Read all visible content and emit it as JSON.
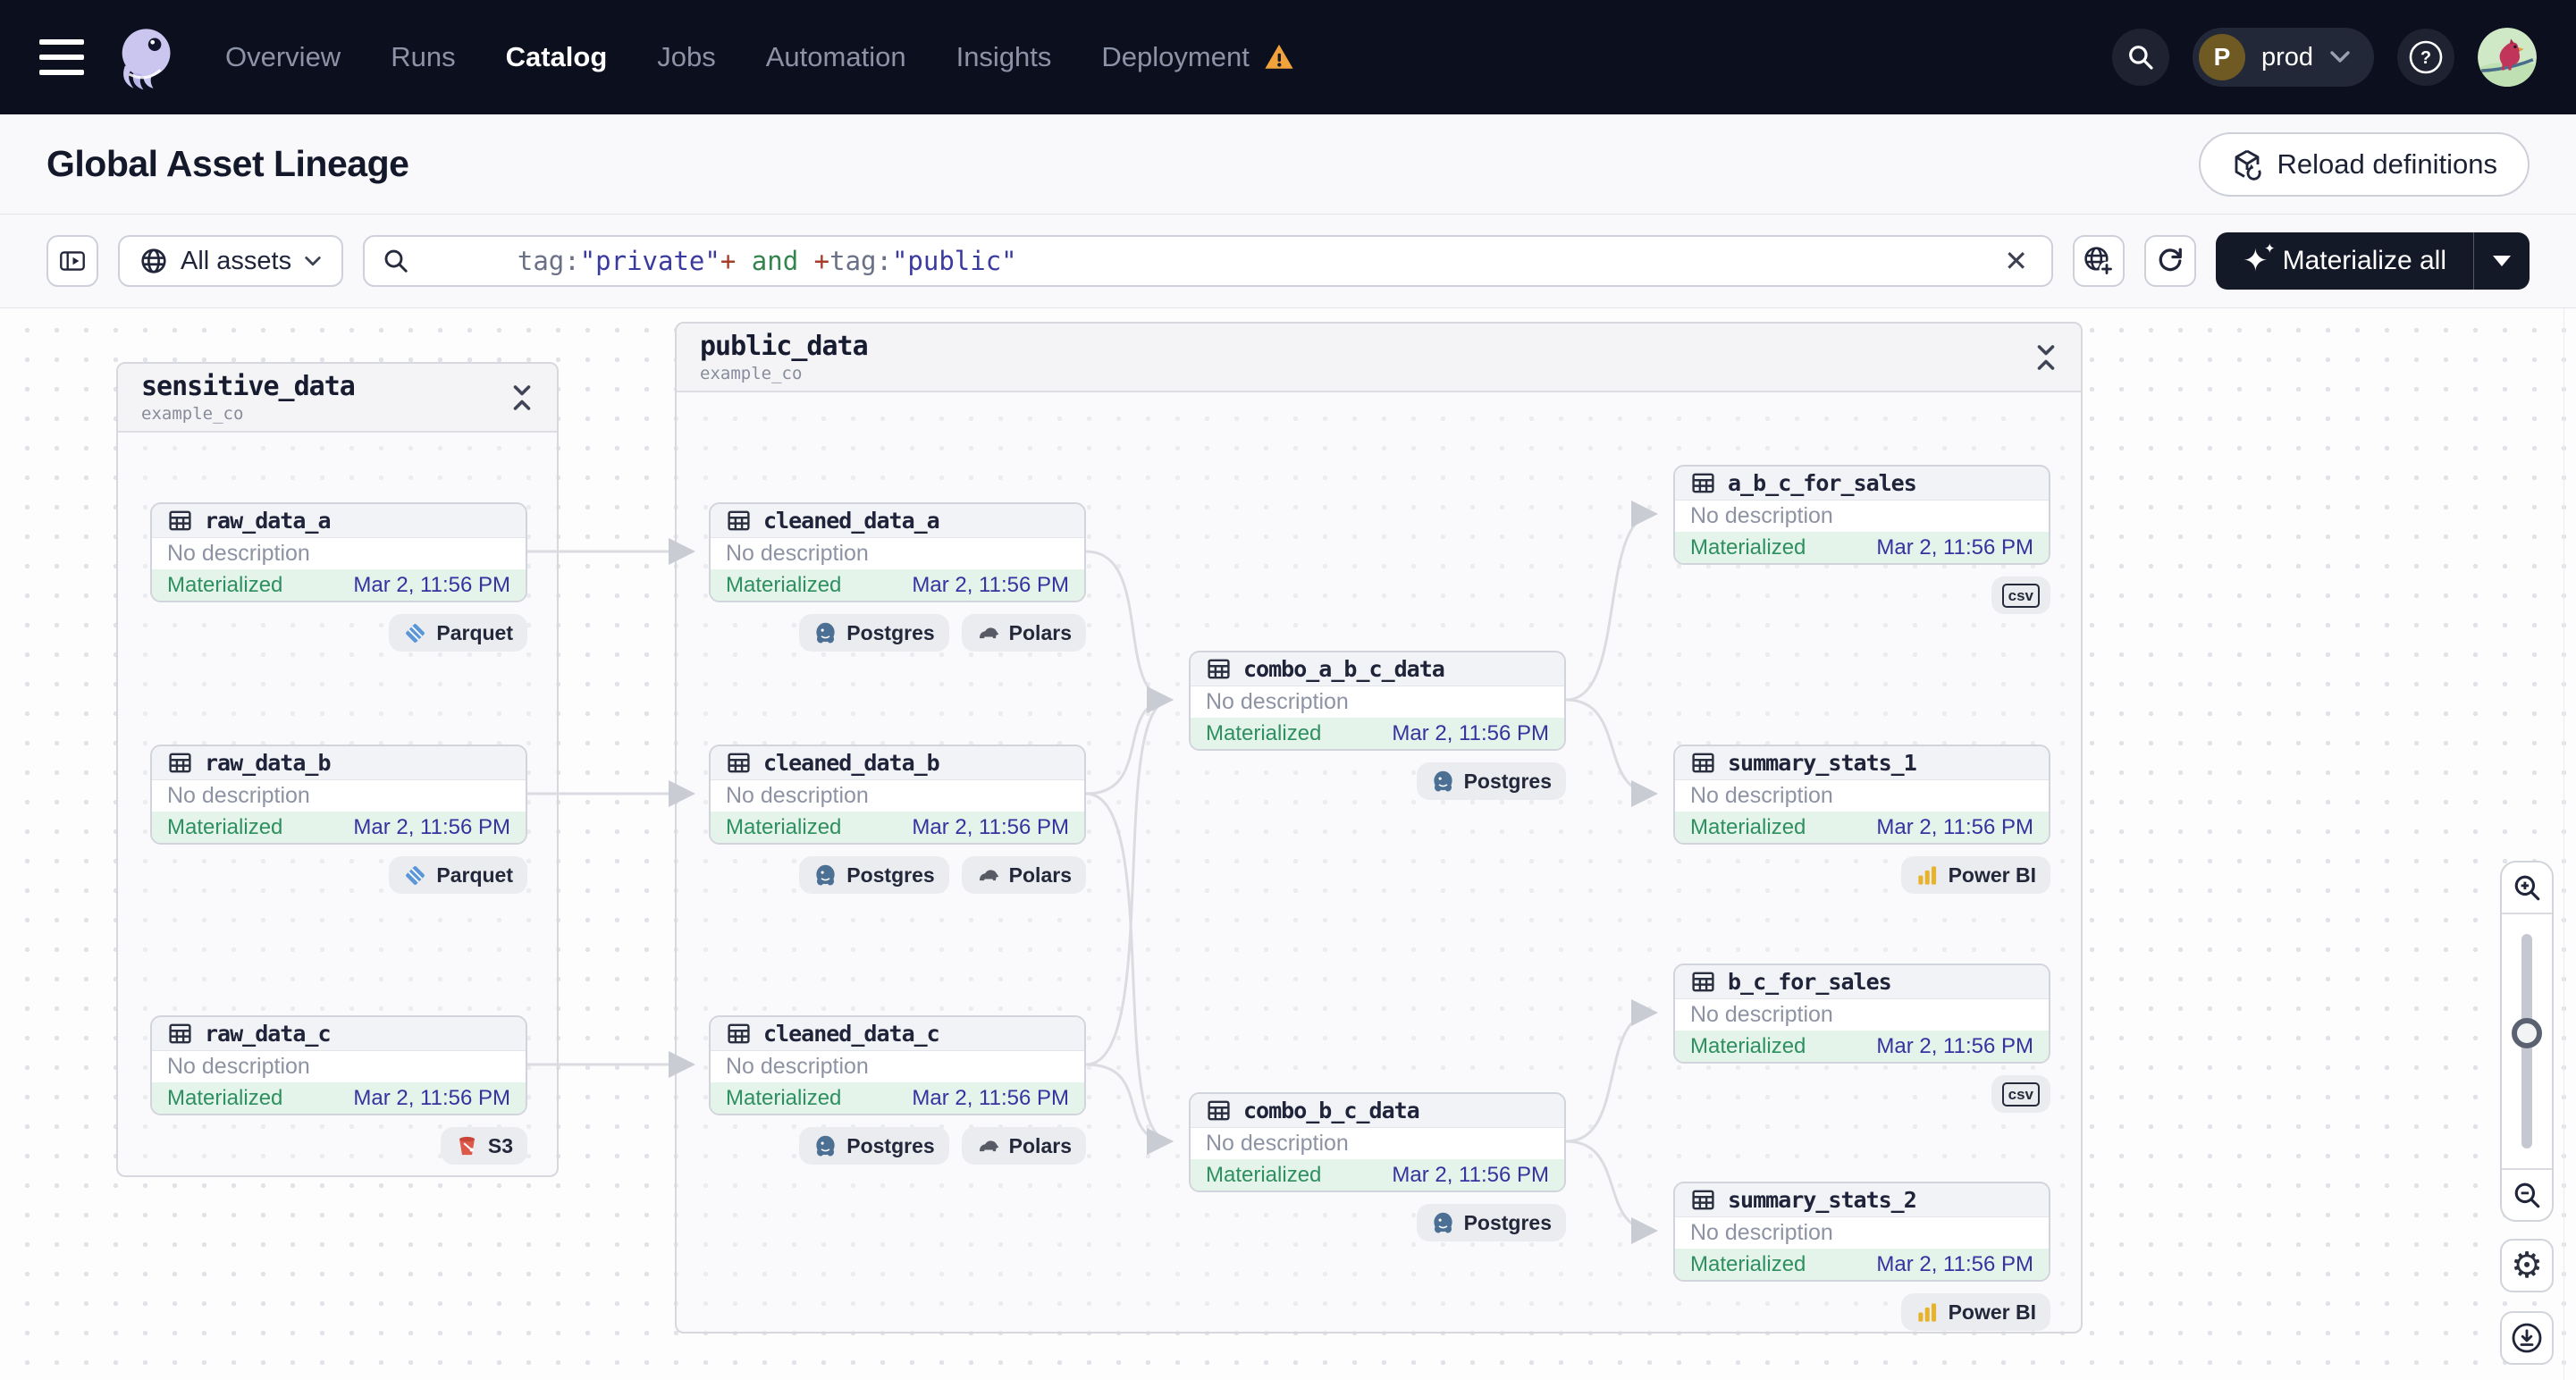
{
  "colors": {
    "nav_bg": "#0b0f1e",
    "accent_dark_button": "#141928",
    "materialized_bg": "#e4f4ea",
    "materialized_text": "#2e8f5f",
    "timestamp_text": "#37329f",
    "warning_triangle": "#f2a23b",
    "edge": "#dbdce2"
  },
  "nav": {
    "items": [
      "Overview",
      "Runs",
      "Catalog",
      "Jobs",
      "Automation",
      "Insights",
      "Deployment"
    ],
    "active_item": "Catalog",
    "environment": {
      "initial": "P",
      "name": "prod"
    }
  },
  "header": {
    "title": "Global Asset Lineage",
    "reload_button_label": "Reload definitions"
  },
  "toolbar": {
    "asset_scope_label": "All assets",
    "search_query_segments": [
      {
        "text": "tag:",
        "style": "color:#6a7186"
      },
      {
        "text": "\"private\"",
        "style": "color:#3a3a9f"
      },
      {
        "text": "+",
        "style": "color:#a63d2a"
      },
      {
        "text": " and ",
        "style": "color:#34854d"
      },
      {
        "text": "+",
        "style": "color:#a63d2a"
      },
      {
        "text": "tag:",
        "style": "color:#6a7186"
      },
      {
        "text": "\"public\"",
        "style": "color:#3a3a9f"
      }
    ],
    "materialize_button_label": "Materialize all"
  },
  "graph": {
    "groups": [
      {
        "name": "sensitive_data",
        "subtitle": "example_co"
      },
      {
        "name": "public_data",
        "subtitle": "example_co"
      }
    ],
    "nodes": [
      {
        "name": "raw_data_a",
        "description": "No description",
        "status": "Materialized",
        "timestamp": "Mar 2, 11:56 PM",
        "tags": [
          {
            "type": "parquet",
            "label": "Parquet"
          }
        ]
      },
      {
        "name": "raw_data_b",
        "description": "No description",
        "status": "Materialized",
        "timestamp": "Mar 2, 11:56 PM",
        "tags": [
          {
            "type": "parquet",
            "label": "Parquet"
          }
        ]
      },
      {
        "name": "raw_data_c",
        "description": "No description",
        "status": "Materialized",
        "timestamp": "Mar 2, 11:56 PM",
        "tags": [
          {
            "type": "s3",
            "label": "S3"
          }
        ]
      },
      {
        "name": "cleaned_data_a",
        "description": "No description",
        "status": "Materialized",
        "timestamp": "Mar 2, 11:56 PM",
        "tags": [
          {
            "type": "postgres",
            "label": "Postgres"
          },
          {
            "type": "polars",
            "label": "Polars"
          }
        ]
      },
      {
        "name": "cleaned_data_b",
        "description": "No description",
        "status": "Materialized",
        "timestamp": "Mar 2, 11:56 PM",
        "tags": [
          {
            "type": "postgres",
            "label": "Postgres"
          },
          {
            "type": "polars",
            "label": "Polars"
          }
        ]
      },
      {
        "name": "cleaned_data_c",
        "description": "No description",
        "status": "Materialized",
        "timestamp": "Mar 2, 11:56 PM",
        "tags": [
          {
            "type": "postgres",
            "label": "Postgres"
          },
          {
            "type": "polars",
            "label": "Polars"
          }
        ]
      },
      {
        "name": "combo_a_b_c_data",
        "description": "No description",
        "status": "Materialized",
        "timestamp": "Mar 2, 11:56 PM",
        "tags": [
          {
            "type": "postgres",
            "label": "Postgres"
          }
        ]
      },
      {
        "name": "combo_b_c_data",
        "description": "No description",
        "status": "Materialized",
        "timestamp": "Mar 2, 11:56 PM",
        "tags": [
          {
            "type": "postgres",
            "label": "Postgres"
          }
        ]
      },
      {
        "name": "a_b_c_for_sales",
        "description": "No description",
        "status": "Materialized",
        "timestamp": "Mar 2, 11:56 PM",
        "tags": [
          {
            "type": "csv",
            "label": "csv"
          }
        ]
      },
      {
        "name": "summary_stats_1",
        "description": "No description",
        "status": "Materialized",
        "timestamp": "Mar 2, 11:56 PM",
        "tags": [
          {
            "type": "powerbi",
            "label": "Power BI"
          }
        ]
      },
      {
        "name": "b_c_for_sales",
        "description": "No description",
        "status": "Materialized",
        "timestamp": "Mar 2, 11:56 PM",
        "tags": [
          {
            "type": "csv",
            "label": "csv"
          }
        ]
      },
      {
        "name": "summary_stats_2",
        "description": "No description",
        "status": "Materialized",
        "timestamp": "Mar 2, 11:56 PM",
        "tags": [
          {
            "type": "powerbi",
            "label": "Power BI"
          }
        ]
      }
    ]
  }
}
